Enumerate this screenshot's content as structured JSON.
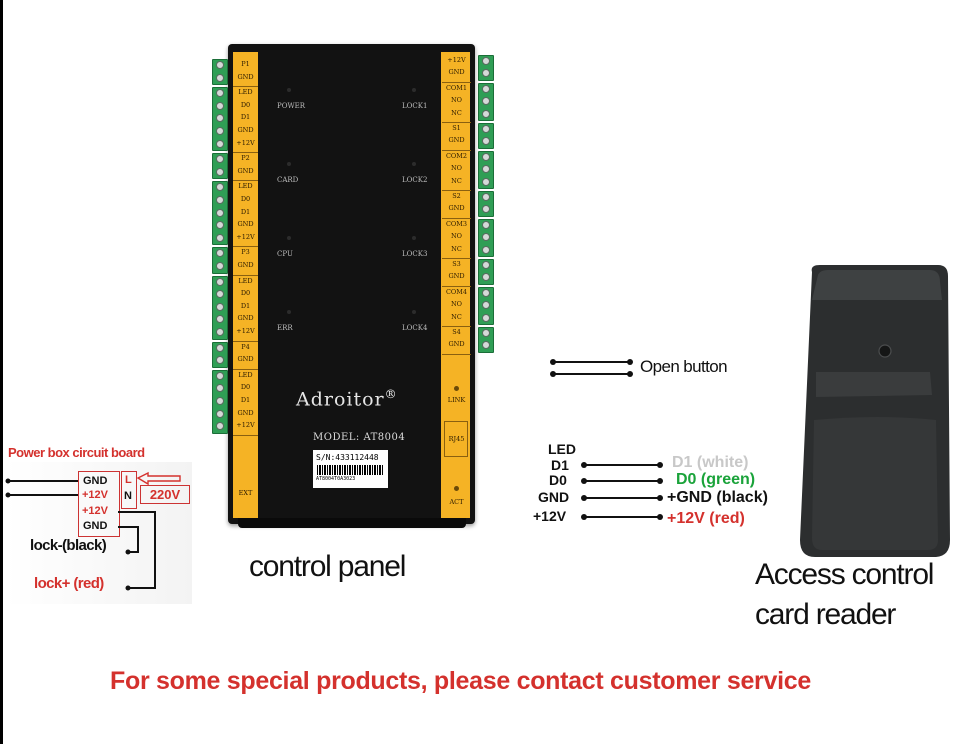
{
  "panel": {
    "left_terminals": [
      [
        "P1",
        "GND"
      ],
      [
        "LED",
        "D0",
        "D1",
        "GND",
        "+12V"
      ],
      [
        "P2",
        "GND"
      ],
      [
        "LED",
        "D0",
        "D1",
        "GND",
        "+12V"
      ],
      [
        "P3",
        "GND"
      ],
      [
        "LED",
        "D0",
        "D1",
        "GND",
        "+12V"
      ],
      [
        "P4",
        "GND"
      ],
      [
        "LED",
        "D0",
        "D1",
        "GND",
        "+12V"
      ],
      [
        "EXT"
      ]
    ],
    "right_terminals": [
      [
        "+12V",
        "GND"
      ],
      [
        "COM1",
        "NO",
        "NC"
      ],
      [
        "S1",
        "GND"
      ],
      [
        "COM2",
        "NO",
        "NC"
      ],
      [
        "S2",
        "GND"
      ],
      [
        "COM3",
        "NO",
        "NC"
      ],
      [
        "S3",
        "GND"
      ],
      [
        "COM4",
        "NO",
        "NC"
      ],
      [
        "S4",
        "GND"
      ],
      [
        "LINK"
      ],
      [
        "RJ45"
      ],
      [
        "ACT"
      ]
    ],
    "leds_left": [
      "POWER",
      "CARD",
      "CPU",
      "ERR"
    ],
    "leds_right": [
      "LOCK1",
      "LOCK2",
      "LOCK3",
      "LOCK4"
    ],
    "brand": "Adroitor",
    "brand_mark": "®",
    "model": "MODEL: AT8004",
    "serial": "S/N:433112448",
    "serial_sub": "AT8004T0A3023"
  },
  "power_box": {
    "title": "Power box circuit board",
    "rows": [
      "GND",
      "+12V",
      "+12V",
      "GND"
    ],
    "l_label": "L",
    "n_label": "N",
    "ac_label": "220V",
    "lock_minus": "lock-(black)",
    "lock_plus": "lock+ (red)"
  },
  "open_button_label": "Open button",
  "reader_wires": {
    "left": [
      "LED",
      "D1",
      "D0",
      "GND",
      "+12V"
    ],
    "right": [
      {
        "name": "D1",
        "color_label": "(white)",
        "color": "#c8c8c8"
      },
      {
        "name": "D0",
        "color_label": "(green)",
        "color": "#1aa33a"
      },
      {
        "name": "+GND",
        "color_label": "(black)",
        "color": "#111111"
      },
      {
        "name": "+12V",
        "color_label": "(red)",
        "color": "#d4312d"
      }
    ]
  },
  "captions": {
    "control_panel": "control panel",
    "reader_line1": "Access control",
    "reader_line2": "card reader"
  },
  "footer": "For some special products, please contact customer service",
  "colors": {
    "accent_red": "#d4312d",
    "terminal_yellow": "#f5b325",
    "terminal_green": "#2f9e55",
    "panel_black": "#121212"
  }
}
